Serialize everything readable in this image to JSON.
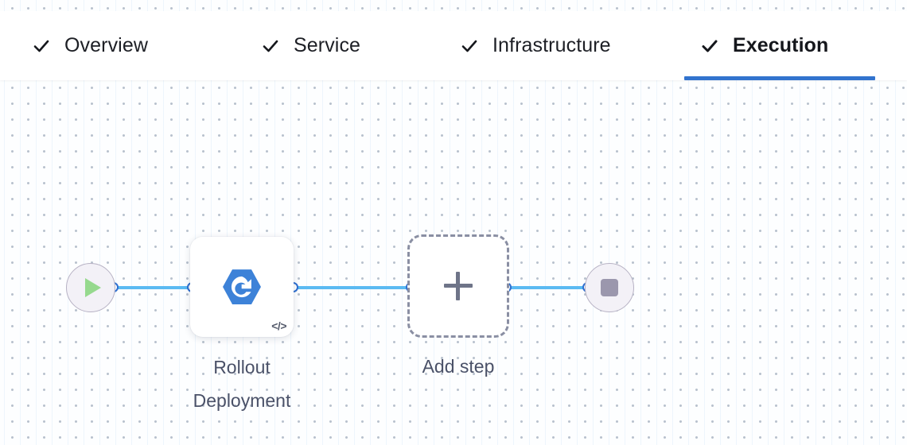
{
  "tabs": [
    {
      "id": "overview",
      "label": "Overview",
      "icon": "check-icon",
      "active": false
    },
    {
      "id": "service",
      "label": "Service",
      "icon": "check-icon",
      "active": false
    },
    {
      "id": "infrastructure",
      "label": "Infrastructure",
      "icon": "check-icon",
      "active": false
    },
    {
      "id": "execution",
      "label": "Execution",
      "icon": "check-icon",
      "active": true
    }
  ],
  "pipeline": {
    "start_node": {
      "icon": "play-icon",
      "label": ""
    },
    "end_node": {
      "icon": "stop-icon",
      "label": ""
    },
    "steps": [
      {
        "id": "rollout-deployment",
        "label": "Rollout\nDeployment",
        "icon": "rollout-deployment-icon",
        "badge": "</>"
      }
    ],
    "add_step": {
      "label": "Add step",
      "icon": "plus-icon"
    }
  },
  "colors": {
    "accent": "#3273ce",
    "edge": "#5bbaf2",
    "handle_border": "#2f6fd0",
    "node_icon": "#3d82d8",
    "start_icon": "#96d98e",
    "stop_icon": "#9b97ad",
    "terminal_fill": "#f3f1f7",
    "terminal_border": "#b7b2c4",
    "label_text": "#4a5168",
    "tab_text": "#1d1f25",
    "add_border": "#8a8fa3",
    "canvas_bg": "#fdfeff",
    "dot": "#b9c2ce"
  }
}
